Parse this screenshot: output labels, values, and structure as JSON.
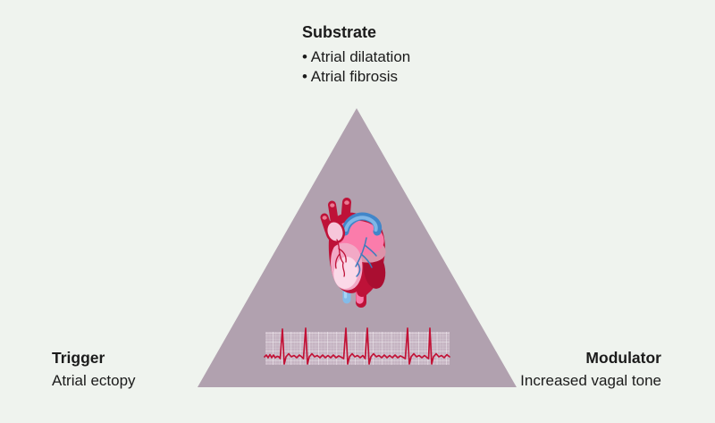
{
  "page": {
    "background_color": "#eff3ee",
    "text_color": "#1b1b1b"
  },
  "triangle": {
    "fill_color": "#b1a1af"
  },
  "corners": {
    "substrate": {
      "title": "Substrate",
      "items": [
        "• Atrial dilatation",
        "• Atrial fibrosis"
      ]
    },
    "trigger": {
      "title": "Trigger",
      "subtitle": "Atrial ectopy"
    },
    "modulator": {
      "title": "Modulator",
      "subtitle": "Increased vagal tone"
    }
  },
  "illustrations": {
    "heart_icon": "anatomical-heart-icon",
    "ecg_icon": "ecg-trace-icon",
    "heart_colors": {
      "body_red": "#be1238",
      "atrium_pink": "#fb7cab",
      "dusty_pink": "#dd93a9",
      "vessel_blue": "#4186c9",
      "pale_pink": "#f2a9c6"
    },
    "ecg_colors": {
      "line": "#c21236",
      "grid_background": "#c6b5c3",
      "grid_line": "#ffffff"
    }
  }
}
